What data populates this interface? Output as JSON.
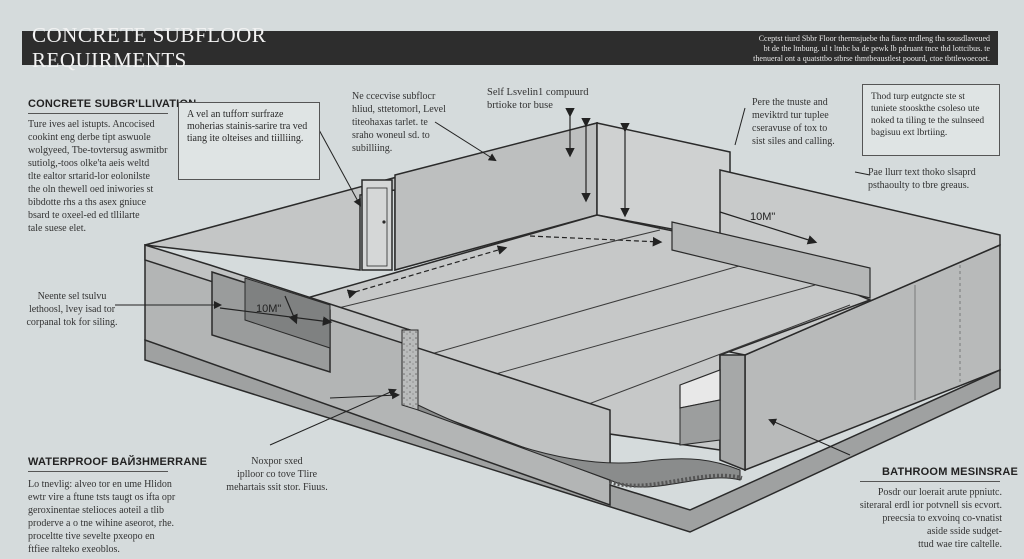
{
  "title": "CONCRETE  SUBFLOOR REQUIRMENTS",
  "title_note": "Cceptst tiurd Sbbr Floor thermsjuebe tha fiace nrdleng tha sousdlaveued\nbt de the ltnbung. ul t ltnbc ba de pewk lb pdruant tnce thd lottcibus. te\nthenueral ont a quatsttbo stbrse thmtbeaustlest poourd, ctoe tbttlewoecoet.",
  "left_top": {
    "heading": "CONCRETE SUBGR'LLIVATION",
    "body": "Ture ives ael istupts. Ancocised\ncookint eng derbe tipt aswuole\nwolgyeed, Tbe-tovtersug aswmitbr\nsutiolg,-toos olke'ta aeis weltd\ntlte ealtor srtarid-lor eolonilste\nthe oln thewell oed iniwories st\nbibdotte rhs a ths asex gniuce\nbsard te oxeel-ed ed tllilarte\ntale suese elet."
  },
  "left_mid": "Neente sel tsulvu\nlethoosl, lvey isad tor\ncorpanal tok for siling.",
  "left_bottom": {
    "heading": "WATERPROOF BAЙ3HMERRANE",
    "body": "Lo tnevlig: alveo tor en ume Hlidon\newtr vire a ftune tsts taugt os ifta opr\ngeroxinentae stelioces aoteil a tlib\nproderve a o tne wihine aseorot, rhe.\nproceltte tive sevelte pxeopo en\nftfiee ralteko exeoblos."
  },
  "box_left": "A vel an tufforr surfraze\nmoherias stainis-sarire tra ved\ntiang ite olteises and tiilliing.",
  "top_center": "Ne ccecvise subflocr\nhliud, sttetomorl, Level\ntiteohaxas tarlet. te\nsraho woneul sd. to\nsubilliing.",
  "top_self": "Self Lsvelin1 compuurd\nbrtioke tor buse",
  "top_right": "Pere the tnuste and\nmeviktrd tur tuplee\ncseravuse of tox to\nsist siles and calling.",
  "box_right": "Thod turp eutgncte ste st\ntuniete stooskthe csoleso ute\nnoked ta tiling te the sulnseed\nbagisuu ext lbrtiing.",
  "right_mid": "Pae llurr text thoko slsaprd\npsthaoulty to tbre greaus.",
  "bottom_center": "Noxpor sxed\niplloor co tove Tlire\nmehartais ssit stor. Fiuus.",
  "right_bottom": {
    "heading": "BATHROOM MESINSRAE",
    "body": "Posdr our loerait arute ppniutc.\nsiteraral erdl ior potvnell sis ecvort.\npreecsia to exvoinq co-vnatist\naside sside sudget-\nttud wae tire caltelle."
  },
  "dims": {
    "dim_left": "10M\"",
    "dim_right": "10M\""
  },
  "colors": {
    "background": "#d5dbdc",
    "title_bar": "#2d2d2d",
    "concrete_light": "#c9cbcb",
    "concrete_mid": "#a9abab",
    "concrete_dark": "#8e9090",
    "line": "#2a2a2a"
  }
}
